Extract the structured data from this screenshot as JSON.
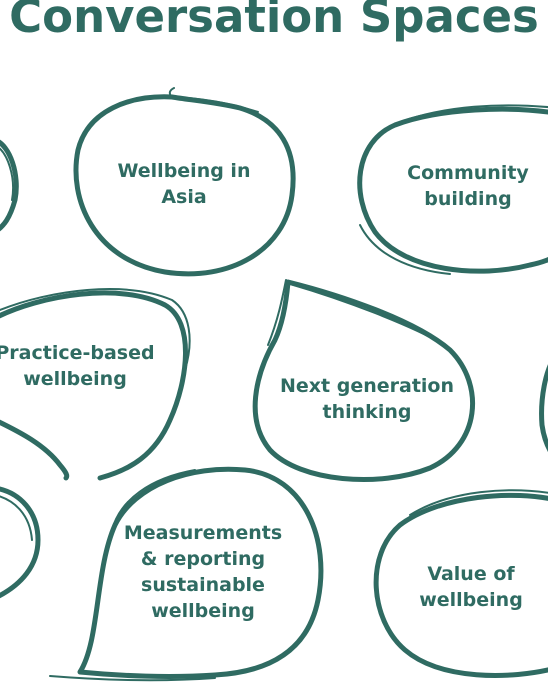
{
  "title": "Conversation Spaces",
  "accent_color": "#2f6b62",
  "spaces": [
    {
      "lines": [
        "Wellbeing in",
        "Asia"
      ]
    },
    {
      "lines": [
        "Community",
        "building"
      ]
    },
    {
      "lines": [
        "Practice-based",
        "wellbeing"
      ]
    },
    {
      "lines": [
        "Next generation",
        "thinking"
      ]
    },
    {
      "lines": [
        "Measurements",
        "& reporting",
        "sustainable",
        "wellbeing"
      ]
    },
    {
      "lines": [
        "Value of",
        "wellbeing"
      ]
    }
  ]
}
